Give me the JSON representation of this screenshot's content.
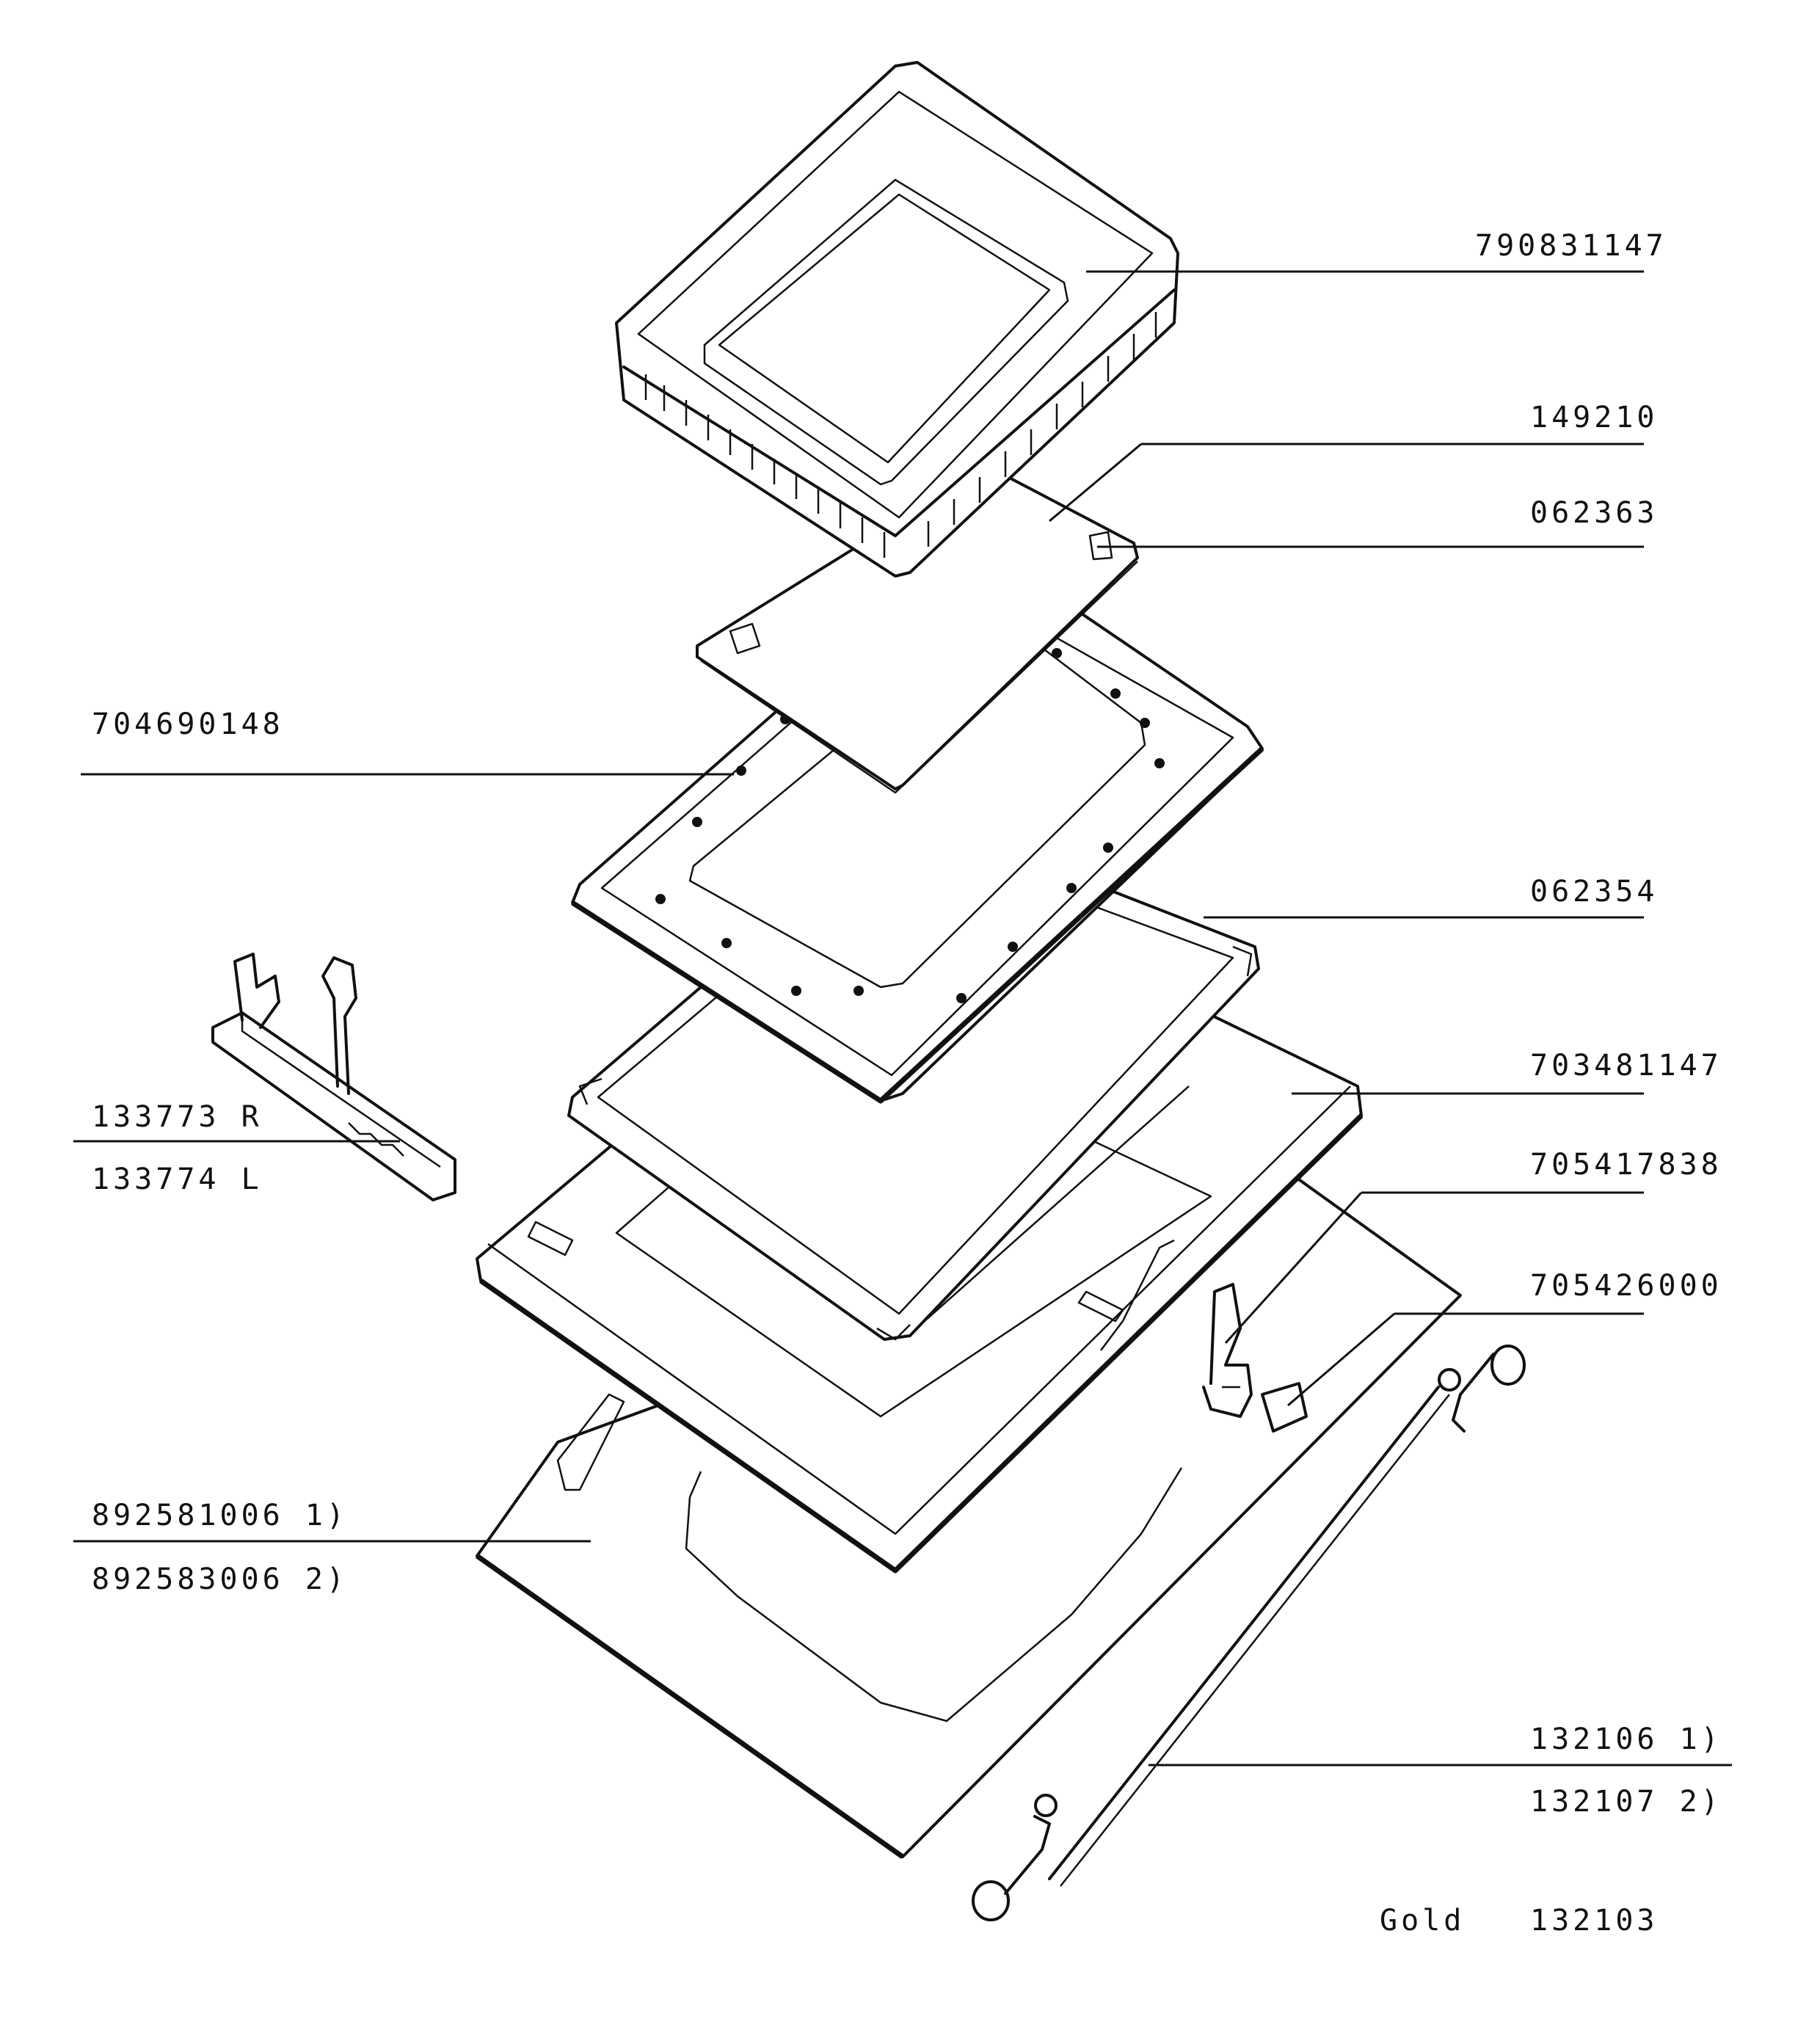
{
  "labels": {
    "p790831147": "790831147",
    "p149210": "149210",
    "p062363": "062363",
    "p704690148": "704690148",
    "p062354": "062354",
    "p703481147": "703481147",
    "p133773": "133773 R",
    "p133774": "133774 L",
    "p705417838": "705417838",
    "p705426000": "705426000",
    "p892581006": "892581006 1)",
    "p892583006": "892583006 2)",
    "p132106": "132106 1)",
    "p132107": "132107 2)",
    "gold_word": "Gold",
    "gold_num": "132103"
  }
}
